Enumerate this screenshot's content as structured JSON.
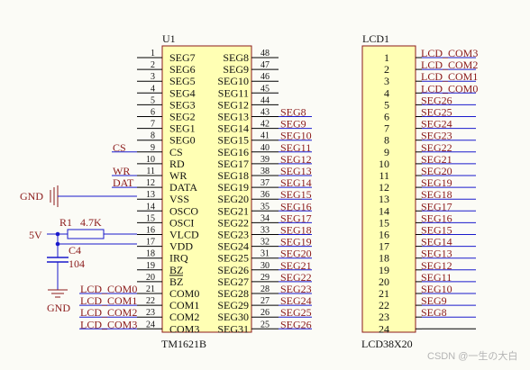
{
  "u1": {
    "designator": "U1",
    "part": "TM1621B",
    "left_pins": [
      {
        "num": "1",
        "name": "SEG7"
      },
      {
        "num": "2",
        "name": "SEG6"
      },
      {
        "num": "3",
        "name": "SEG5"
      },
      {
        "num": "4",
        "name": "SEG4"
      },
      {
        "num": "5",
        "name": "SEG3"
      },
      {
        "num": "6",
        "name": "SEG2"
      },
      {
        "num": "7",
        "name": "SEG1"
      },
      {
        "num": "8",
        "name": "SEG0"
      },
      {
        "num": "9",
        "name": "CS"
      },
      {
        "num": "10",
        "name": "RD"
      },
      {
        "num": "11",
        "name": "WR"
      },
      {
        "num": "12",
        "name": "DATA"
      },
      {
        "num": "13",
        "name": "VSS"
      },
      {
        "num": "14",
        "name": "OSCO"
      },
      {
        "num": "15",
        "name": "OSCI"
      },
      {
        "num": "16",
        "name": "VLCD"
      },
      {
        "num": "17",
        "name": "VDD"
      },
      {
        "num": "18",
        "name": "IRQ"
      },
      {
        "num": "19",
        "name": "BZ"
      },
      {
        "num": "20",
        "name": "BZ"
      },
      {
        "num": "21",
        "name": "COM0"
      },
      {
        "num": "22",
        "name": "COM1"
      },
      {
        "num": "23",
        "name": "COM2"
      },
      {
        "num": "24",
        "name": "COM3"
      }
    ],
    "right_pins": [
      {
        "num": "48",
        "name": "SEG8",
        "net": ""
      },
      {
        "num": "47",
        "name": "SEG9",
        "net": ""
      },
      {
        "num": "46",
        "name": "SEG10",
        "net": ""
      },
      {
        "num": "45",
        "name": "SEG11",
        "net": ""
      },
      {
        "num": "44",
        "name": "SEG12",
        "net": ""
      },
      {
        "num": "43",
        "name": "SEG13",
        "net": "SEG8"
      },
      {
        "num": "42",
        "name": "SEG14",
        "net": "SEG9"
      },
      {
        "num": "41",
        "name": "SEG15",
        "net": "SEG10"
      },
      {
        "num": "40",
        "name": "SEG16",
        "net": "SEG11"
      },
      {
        "num": "39",
        "name": "SEG17",
        "net": "SEG12"
      },
      {
        "num": "38",
        "name": "SEG18",
        "net": "SEG13"
      },
      {
        "num": "37",
        "name": "SEG19",
        "net": "SEG14"
      },
      {
        "num": "36",
        "name": "SEG20",
        "net": "SEG15"
      },
      {
        "num": "35",
        "name": "SEG21",
        "net": "SEG16"
      },
      {
        "num": "34",
        "name": "SEG22",
        "net": "SEG17"
      },
      {
        "num": "33",
        "name": "SEG23",
        "net": "SEG18"
      },
      {
        "num": "32",
        "name": "SEG24",
        "net": "SEG19"
      },
      {
        "num": "31",
        "name": "SEG25",
        "net": "SEG20"
      },
      {
        "num": "30",
        "name": "SEG26",
        "net": "SEG21"
      },
      {
        "num": "29",
        "name": "SEG27",
        "net": "SEG22"
      },
      {
        "num": "28",
        "name": "SEG28",
        "net": "SEG23"
      },
      {
        "num": "27",
        "name": "SEG29",
        "net": "SEG24"
      },
      {
        "num": "26",
        "name": "SEG30",
        "net": "SEG25"
      },
      {
        "num": "25",
        "name": "SEG31",
        "net": "SEG26"
      }
    ],
    "left_nets": [
      {
        "pin": "9",
        "label": "CS"
      },
      {
        "pin": "11",
        "label": "WR"
      },
      {
        "pin": "12",
        "label": "DAT"
      },
      {
        "pin": "21",
        "label": "LCD_COM0"
      },
      {
        "pin": "22",
        "label": "LCD_COM1"
      },
      {
        "pin": "23",
        "label": "LCD_COM2"
      },
      {
        "pin": "24",
        "label": "LCD_COM3"
      }
    ]
  },
  "lcd": {
    "designator": "LCD1",
    "part": "LCD38X20",
    "pins": [
      {
        "num": "1",
        "net": "LCD_COM3"
      },
      {
        "num": "2",
        "net": "LCD_COM2"
      },
      {
        "num": "3",
        "net": "LCD_COM1"
      },
      {
        "num": "4",
        "net": "LCD_COM0"
      },
      {
        "num": "5",
        "net": "SEG26"
      },
      {
        "num": "6",
        "net": "SEG25"
      },
      {
        "num": "7",
        "net": "SEG24"
      },
      {
        "num": "8",
        "net": "SEG23"
      },
      {
        "num": "9",
        "net": "SEG22"
      },
      {
        "num": "10",
        "net": "SEG21"
      },
      {
        "num": "11",
        "net": "SEG20"
      },
      {
        "num": "12",
        "net": "SEG19"
      },
      {
        "num": "13",
        "net": "SEG18"
      },
      {
        "num": "14",
        "net": "SEG17"
      },
      {
        "num": "15",
        "net": "SEG16"
      },
      {
        "num": "16",
        "net": "SEG15"
      },
      {
        "num": "17",
        "net": "SEG14"
      },
      {
        "num": "18",
        "net": "SEG13"
      },
      {
        "num": "19",
        "net": "SEG12"
      },
      {
        "num": "20",
        "net": "SEG11"
      },
      {
        "num": "21",
        "net": "SEG10"
      },
      {
        "num": "22",
        "net": "SEG9"
      },
      {
        "num": "23",
        "net": "SEG8"
      },
      {
        "num": "24",
        "net": ""
      }
    ]
  },
  "passives": {
    "r1_label": "R1",
    "r1_value": "4.7K",
    "c4_label": "C4",
    "c4_value": "104",
    "power_5v": "5V",
    "gnd_top": "GND",
    "gnd_bottom": "GND"
  },
  "watermark": "CSDN @一生の大白",
  "colors": {
    "wire": "#1a1acc",
    "net": "#8b1a1a",
    "body_fill": "#ffffb4",
    "body_stroke": "#8b1a1a",
    "pin": "#000000",
    "background": "#fbfbf6"
  }
}
